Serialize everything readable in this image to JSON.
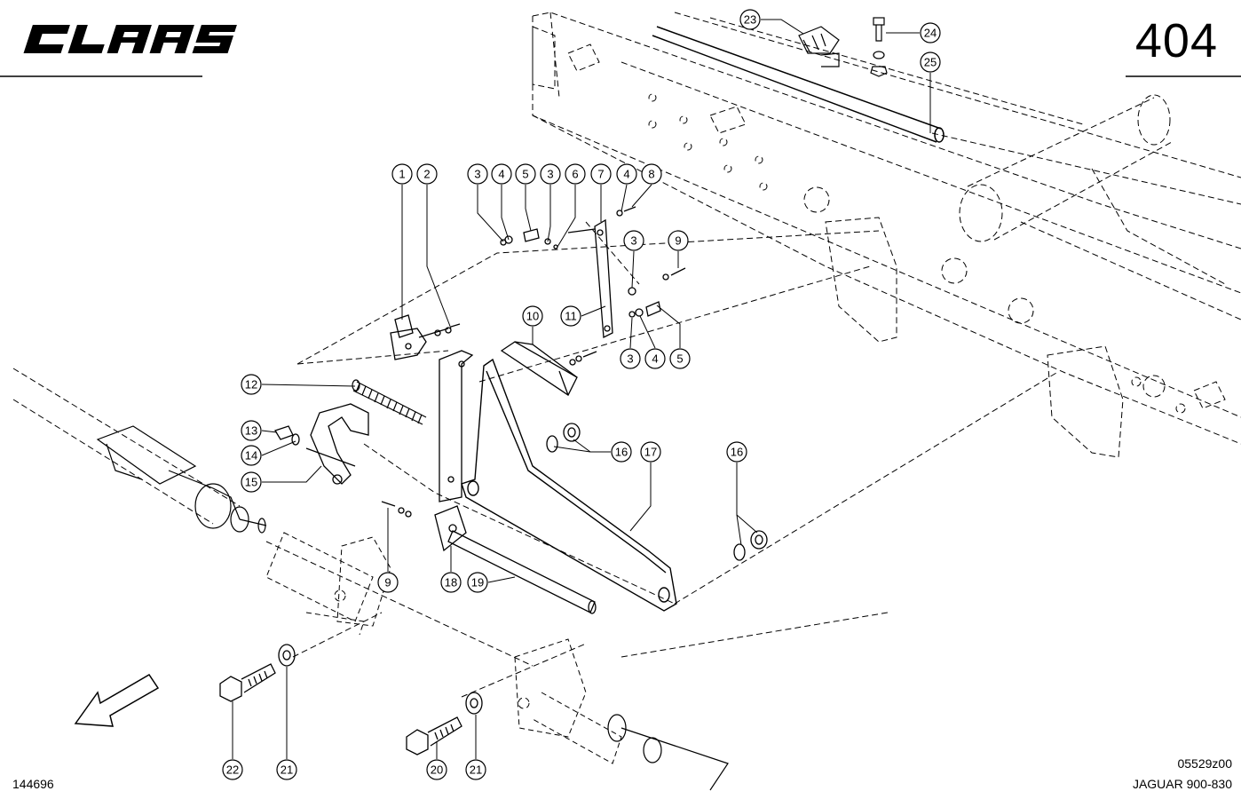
{
  "header": {
    "brand": "CLAAS",
    "page_number": "404"
  },
  "footer": {
    "doc_id": "144696",
    "drawing_code": "05529z00",
    "model": "JAGUAR 900-830"
  },
  "callouts": [
    {
      "id": "1",
      "label": "1"
    },
    {
      "id": "2",
      "label": "2"
    },
    {
      "id": "3a",
      "label": "3"
    },
    {
      "id": "4a",
      "label": "4"
    },
    {
      "id": "5a",
      "label": "5"
    },
    {
      "id": "3b",
      "label": "3"
    },
    {
      "id": "6",
      "label": "6"
    },
    {
      "id": "7",
      "label": "7"
    },
    {
      "id": "4b",
      "label": "4"
    },
    {
      "id": "8",
      "label": "8"
    },
    {
      "id": "3c",
      "label": "3"
    },
    {
      "id": "9a",
      "label": "9"
    },
    {
      "id": "10",
      "label": "10"
    },
    {
      "id": "11",
      "label": "11"
    },
    {
      "id": "3d",
      "label": "3"
    },
    {
      "id": "4c",
      "label": "4"
    },
    {
      "id": "5b",
      "label": "5"
    },
    {
      "id": "12",
      "label": "12"
    },
    {
      "id": "13",
      "label": "13"
    },
    {
      "id": "14",
      "label": "14"
    },
    {
      "id": "15",
      "label": "15"
    },
    {
      "id": "16a",
      "label": "16"
    },
    {
      "id": "17",
      "label": "17"
    },
    {
      "id": "16b",
      "label": "16"
    },
    {
      "id": "9b",
      "label": "9"
    },
    {
      "id": "18",
      "label": "18"
    },
    {
      "id": "19",
      "label": "19"
    },
    {
      "id": "20",
      "label": "20"
    },
    {
      "id": "21a",
      "label": "21"
    },
    {
      "id": "21b",
      "label": "21"
    },
    {
      "id": "22",
      "label": "22"
    },
    {
      "id": "23",
      "label": "23"
    },
    {
      "id": "24",
      "label": "24"
    },
    {
      "id": "25",
      "label": "25"
    }
  ]
}
